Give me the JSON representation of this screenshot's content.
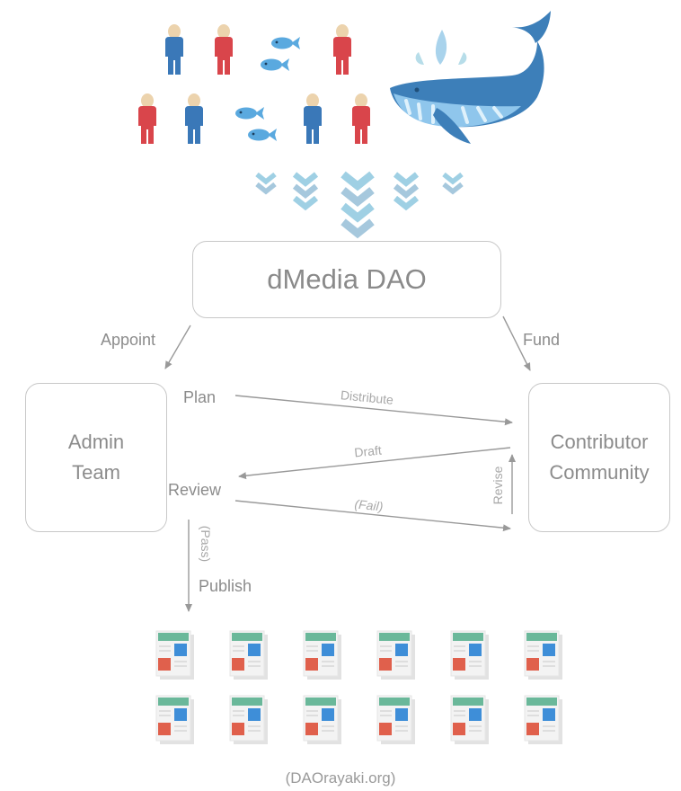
{
  "title": "dMedia DAO",
  "nodes": {
    "dao": {
      "label": "dMedia DAO"
    },
    "admin": {
      "line1": "Admin",
      "line2": "Team"
    },
    "contributor": {
      "line1": "Contributor",
      "line2": "Community"
    }
  },
  "edges": {
    "appoint": "Appoint",
    "fund": "Fund",
    "plan": "Plan",
    "review": "Review",
    "distribute": "Distribute",
    "draft": "Draft",
    "fail": "(Fail)",
    "revise": "Revise",
    "pass": "(Pass)",
    "publish": "Publish"
  },
  "illustrations": {
    "people_top_row": [
      "blue",
      "red",
      "fish-pair",
      "red"
    ],
    "people_bottom_row": [
      "red",
      "blue",
      "fish-pair",
      "blue",
      "red"
    ],
    "whale": "whale-icon",
    "chevron_columns": [
      2,
      3,
      4,
      3,
      2
    ],
    "articles_rows": 2,
    "articles_cols": 6
  },
  "colors": {
    "person_blue": "#3a78b8",
    "person_red": "#d9454b",
    "skin": "#ecd3ad",
    "fish": "#5aa9df",
    "whale_dark": "#3d7fb9",
    "whale_light": "#8fc6ec",
    "chevron": "#9cc6e0",
    "doc_green": "#6ab89a",
    "doc_blue": "#3e8ed8",
    "doc_red": "#e0604c",
    "line": "#9a9a9a"
  },
  "footer": "(DAOrayaki.org)"
}
